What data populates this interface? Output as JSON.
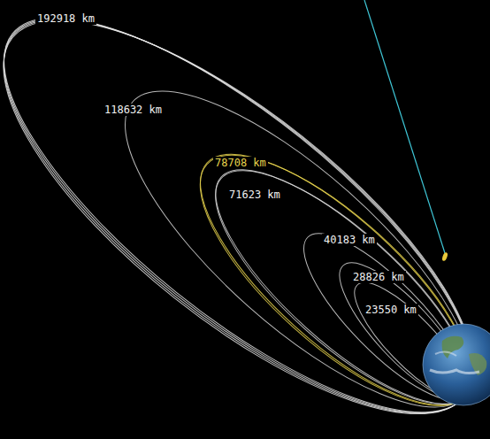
{
  "diagram": {
    "labels": [
      "192918 km",
      "118632 km",
      "78708 km",
      "71623 km",
      "40183 km",
      "28826 km",
      "23550 km"
    ]
  }
}
